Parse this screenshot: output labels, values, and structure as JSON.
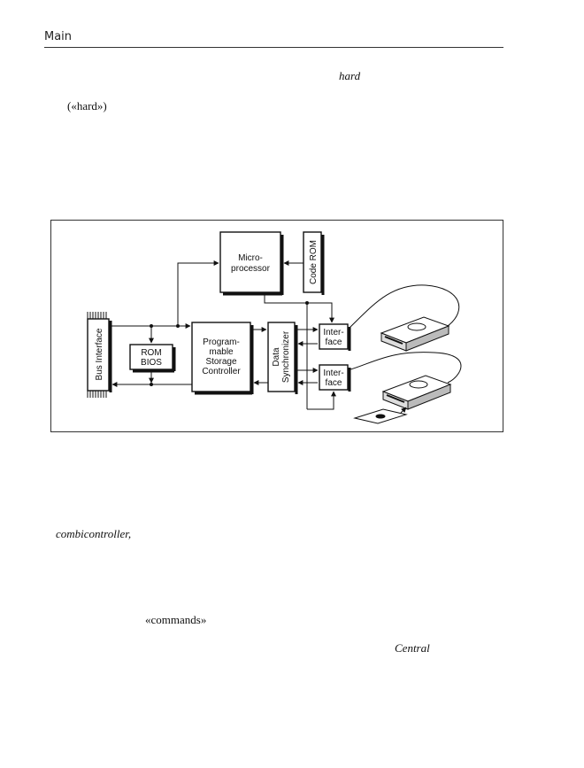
{
  "header": {
    "title": "Main"
  },
  "text_fragments": {
    "hard": "hard",
    "hard_quoted": "(«hard»)",
    "combicontroller": "combicontroller,",
    "commands": "«commands»",
    "central": "Central"
  },
  "diagram": {
    "bus_interface": "Bus Interface",
    "microprocessor_line1": "Micro-",
    "microprocessor_line2": "processor",
    "code_rom": "Code ROM",
    "rom_bios_line1": "ROM",
    "rom_bios_line2": "BIOS",
    "controller_line1": "Program-",
    "controller_line2": "mable",
    "controller_line3": "Storage",
    "controller_line4": "Controller",
    "data_synchronizer_line1": "Data",
    "data_synchronizer_line2": "Synchronizer",
    "interface_line1": "Inter-",
    "interface_line2": "face"
  }
}
